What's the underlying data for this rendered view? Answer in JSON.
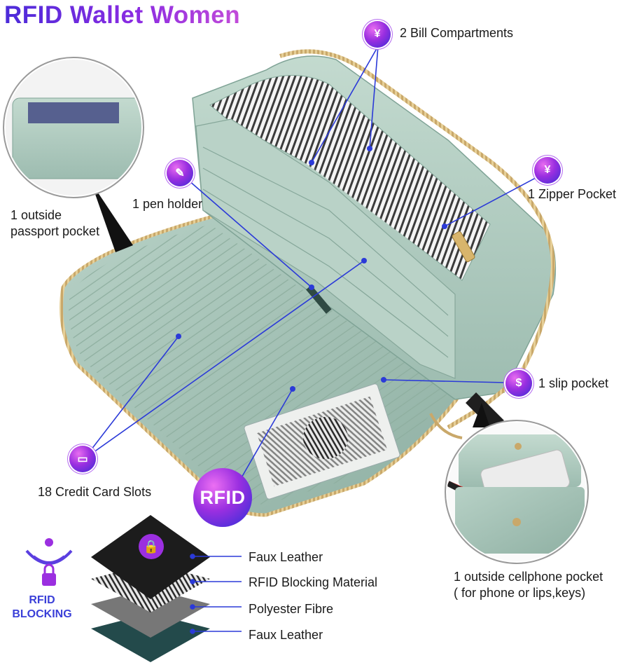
{
  "title": "RFID Wallet Women",
  "callouts": {
    "bill": "2 Bill Compartments",
    "zipper": "1 Zipper Pocket",
    "pen": "1 pen holder",
    "passport_line1": "1 outside",
    "passport_line2": "passport pocket",
    "slip": "1 slip pocket",
    "cards": "18 Credit Card Slots",
    "phone_line1": "1 outside cellphone pocket",
    "phone_line2": "( for phone or lips,keys)"
  },
  "badges": {
    "rfid_big": "RFID",
    "rfid_blocking_line1": "RFID",
    "rfid_blocking_line2": "BLOCKING"
  },
  "layers": [
    {
      "label": "Faux Leather"
    },
    {
      "label": "RFID Blocking Material"
    },
    {
      "label": "Polyester Fibre"
    },
    {
      "label": "Faux Leather"
    }
  ],
  "colors": {
    "accent": "#3a2bd6",
    "accent2": "#9b2fe0",
    "leather": "#a6c4b8",
    "leather_dark": "#7fa396",
    "line": "#2b3ad8"
  },
  "icons": [
    "coins-icon",
    "yen-icon",
    "pen-icon",
    "money-bag-icon",
    "credit-card-icon",
    "lock-icon",
    "wifi-signal-icon"
  ]
}
